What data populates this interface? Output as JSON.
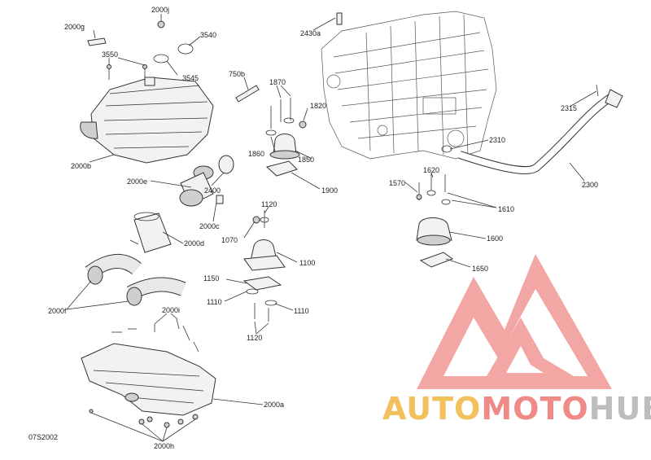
{
  "diagram": {
    "code": "07S2002",
    "callouts": [
      {
        "id": "c2000j",
        "text": "2000j"
      },
      {
        "id": "c2000g",
        "text": "2000g"
      },
      {
        "id": "c3540",
        "text": "3540"
      },
      {
        "id": "c3550",
        "text": "3550"
      },
      {
        "id": "c3545",
        "text": "3545"
      },
      {
        "id": "c2430a",
        "text": "2430a"
      },
      {
        "id": "c750b",
        "text": "750b"
      },
      {
        "id": "c1870",
        "text": "1870"
      },
      {
        "id": "c1820",
        "text": "1820"
      },
      {
        "id": "c2315",
        "text": "2315"
      },
      {
        "id": "c1860",
        "text": "1860"
      },
      {
        "id": "c1850",
        "text": "1850"
      },
      {
        "id": "c2310",
        "text": "2310"
      },
      {
        "id": "c2000b",
        "text": "2000b"
      },
      {
        "id": "c1900",
        "text": "1900"
      },
      {
        "id": "c2300",
        "text": "2300"
      },
      {
        "id": "c2000e",
        "text": "2000e"
      },
      {
        "id": "c2400",
        "text": "2400"
      },
      {
        "id": "c1620",
        "text": "1620"
      },
      {
        "id": "c1570",
        "text": "1570"
      },
      {
        "id": "c1610",
        "text": "1610"
      },
      {
        "id": "c1120a",
        "text": "1120"
      },
      {
        "id": "c2000c",
        "text": "2000c"
      },
      {
        "id": "c1070",
        "text": "1070"
      },
      {
        "id": "c2000d",
        "text": "2000d"
      },
      {
        "id": "c1600",
        "text": "1600"
      },
      {
        "id": "c1100",
        "text": "1100"
      },
      {
        "id": "c1650",
        "text": "1650"
      },
      {
        "id": "c1150",
        "text": "1150"
      },
      {
        "id": "c1110a",
        "text": "1110"
      },
      {
        "id": "c1110b",
        "text": "1110"
      },
      {
        "id": "c2000f",
        "text": "2000f"
      },
      {
        "id": "c2000i",
        "text": "2000i"
      },
      {
        "id": "c1120b",
        "text": "1120"
      },
      {
        "id": "c2000a",
        "text": "2000a"
      },
      {
        "id": "c2000h",
        "text": "2000h"
      }
    ]
  },
  "watermark": {
    "part1": "AUTO",
    "part2": "MOTO",
    "part3": "HUB",
    "colors": {
      "yellow": "#f2c05c",
      "red": "#ef8a86",
      "gray": "#bdbdbd"
    }
  }
}
